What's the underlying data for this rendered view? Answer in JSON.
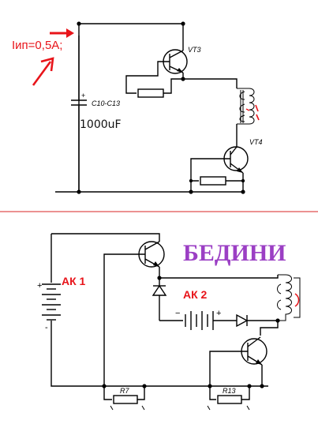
{
  "top_circuit": {
    "current_label": "Iип=0,5А;",
    "vt3_label": "VT3",
    "vt4_label": "VT4",
    "cap_ref_label": "C10-C13",
    "cap_value_label": "1000uF"
  },
  "bottom_circuit": {
    "title": "БЕДИНИ",
    "ak1_label": "АК 1",
    "ak2_label": "АК 2",
    "r7_label": "R7",
    "r13_label": "R13"
  },
  "colors": {
    "annotation_red": "#e8141a",
    "title_purple": "#9b3fc4",
    "divider_red": "#e05050"
  }
}
